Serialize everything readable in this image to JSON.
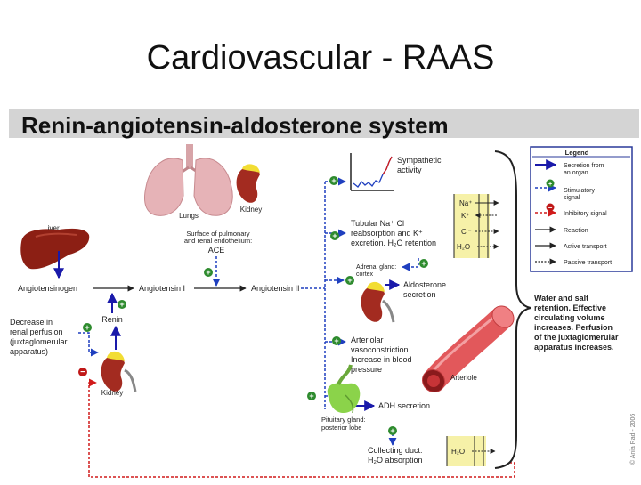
{
  "slide_title": "Cardiovascular - RAAS",
  "diagram_title": "Renin-angiotensin-aldosterone system",
  "organs": {
    "liver": "Liver",
    "lungs": "Lungs",
    "kidney_top": "Kidney",
    "kidney_bottom": "Kidney"
  },
  "flow": {
    "angiotensinogen": "Angiotensinogen",
    "angiotensin_1": "Angiotensin I",
    "angiotensin_2": "Angiotensin II",
    "renin": "Renin",
    "ace_line1": "Surface of pulmonary",
    "ace_line2": "and renal endothelium:",
    "ace": "ACE"
  },
  "stimulus": {
    "line1": "Decrease in",
    "line2": "renal perfusion",
    "line3": "(juxtaglomerular",
    "line4": "apparatus)"
  },
  "effects": {
    "sympathetic_1": "Sympathetic",
    "sympathetic_2": "activity",
    "tubular_1": "Tubular Na⁺ Cl⁻",
    "tubular_2": "reabsorption and K⁺",
    "tubular_3": "excretion. H₂O retention",
    "adrenal_1": "Adrenal gland:",
    "adrenal_2": "cortex",
    "aldosterone_1": "Aldosterone",
    "aldosterone_2": "secretion",
    "arteriolar_1": "Arteriolar",
    "arteriolar_2": "vasoconstriction.",
    "arteriolar_3": "Increase in blood",
    "arteriolar_4": "pressure",
    "arteriole": "Arteriole",
    "pituitary_1": "Pituitary gland:",
    "pituitary_2": "posterior lobe",
    "adh": "ADH secretion",
    "collecting_1": "Collecting duct:",
    "collecting_2": "H₂O absorption"
  },
  "ions": {
    "na": "Na⁺",
    "k": "K⁺",
    "cl": "Cl⁻",
    "h2o": "H₂O",
    "h2o_duct": "H₂O"
  },
  "outcome": {
    "line1": "Water and salt",
    "line2": "retention. Effective",
    "line3": "circulating volume",
    "line4": "increases. Perfusion",
    "line5": "of the juxtaglomerular",
    "line6": "apparatus increases."
  },
  "legend": {
    "title": "Legend",
    "items": [
      {
        "label1": "Secretion from",
        "label2": "an organ"
      },
      {
        "label1": "Stimulatory",
        "label2": "signal"
      },
      {
        "label1": "Inhibitory signal",
        "label2": ""
      },
      {
        "label1": "Reaction",
        "label2": ""
      },
      {
        "label1": "Active transport",
        "label2": ""
      },
      {
        "label1": "Passive transport",
        "label2": ""
      }
    ]
  },
  "credit": "© Ania Rad - 2006",
  "signs": {
    "plus": "+",
    "minus": "−"
  },
  "colors": {
    "secretion": "#1a1aaa",
    "stimulatory": "#1f3fbf",
    "inhibitory": "#d11a1a",
    "stim_badge": "#2e8b2e",
    "inhib_badge": "#c01818",
    "legend_border": "#2a3a9a",
    "ion_box": "#f6f1a8"
  }
}
